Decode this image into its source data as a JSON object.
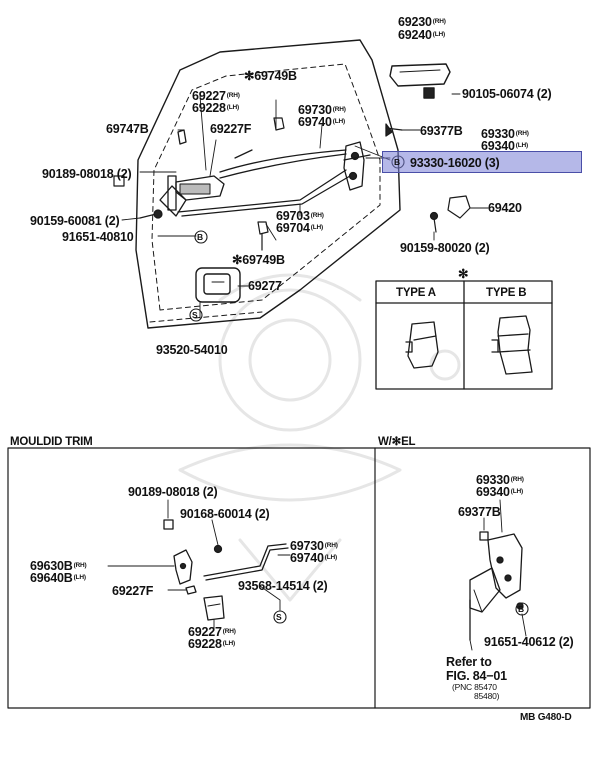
{
  "parts": {
    "p69230": "69230",
    "p69240": "69240",
    "p90105": "90105-06074",
    "p90105_qty": "(2)",
    "p69749b_top": "69749B",
    "p69227_a": "69227",
    "p69228_a": "69228",
    "p69227f_a": "69227F",
    "p69747b": "69747B",
    "p69730_a": "69730",
    "p69740_a": "69740",
    "p69377b_a": "69377B",
    "p69330_a": "69330",
    "p69340_a": "69340",
    "p93330": "93330-16020",
    "p93330_qty": "(3)",
    "p90189_a": "90189-08018",
    "p90189_a_qty": "(2)",
    "p90159_a": "90159-60081",
    "p90159_a_qty": "(2)",
    "p91651_a": "91651-40810",
    "p69703": "69703",
    "p69704": "69704",
    "p69420": "69420",
    "p90159_b": "90159-80020",
    "p90159_b_qty": "(2)",
    "p69749b_bot": "69749B",
    "p69277": "69277",
    "p93520": "93520-54010",
    "p90189_b": "90189-08018",
    "p90189_b_qty": "(2)",
    "p90168": "90168-60014",
    "p90168_qty": "(2)",
    "p69730_b": "69730",
    "p69740_b": "69740",
    "p69630b": "69630B",
    "p69640b": "69640B",
    "p69227f_b": "69227F",
    "p93568": "93568-14514",
    "p93568_qty": "(2)",
    "p69227_b": "69227",
    "p69228_b": "69228",
    "p69330_b": "69330",
    "p69340_b": "69340",
    "p69377b_b": "69377B",
    "p91651_b": "91651-40612",
    "p91651_b_qty": "(2)"
  },
  "suffix": {
    "rh": "(RH)",
    "lh": "(LH)"
  },
  "markers": {
    "b": "B",
    "s": "S",
    "star": "✻"
  },
  "inset": {
    "type_a": "TYPE A",
    "type_b": "TYPE B"
  },
  "sections": {
    "moulding_trim": "MOULDID TRIM",
    "w_el": "W/✻EL"
  },
  "refer": {
    "line1": "Refer to",
    "line2": "FIG. 84−01",
    "pnc_label": "(PNC 85470",
    "pnc_value2": "85480)"
  },
  "figure_code": "MB G480-D"
}
